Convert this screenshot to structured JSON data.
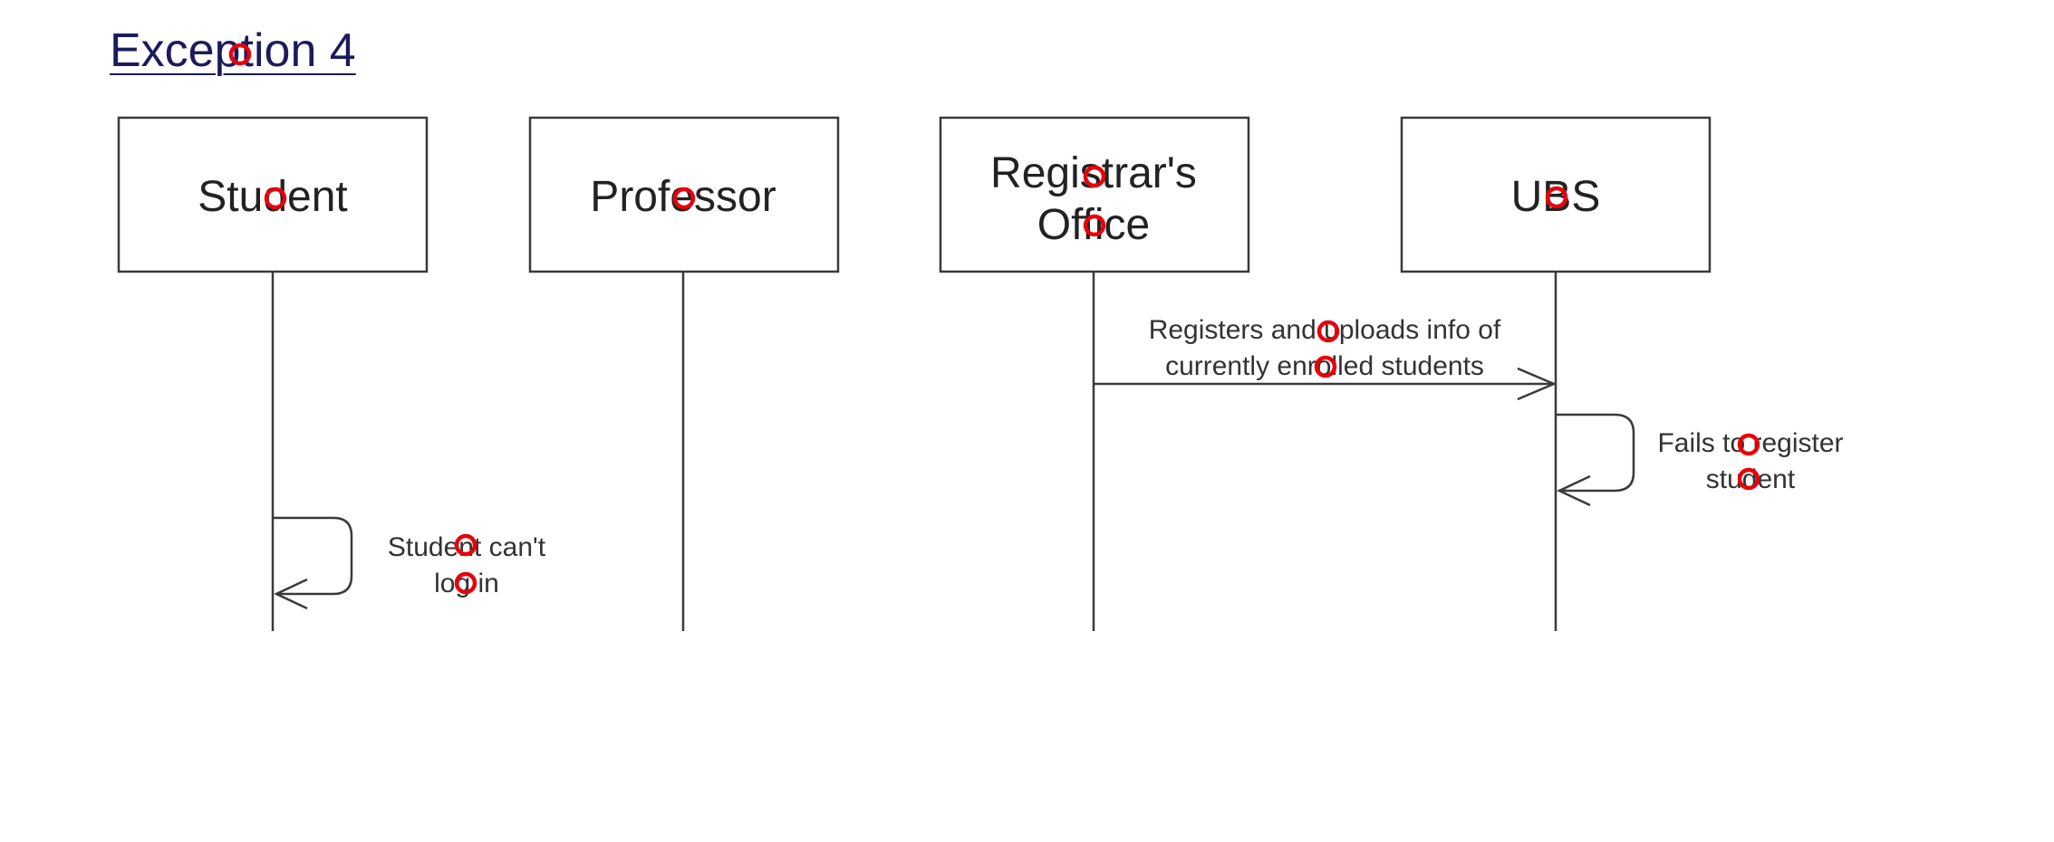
{
  "title": "Exception 4",
  "participants": {
    "student": "Student",
    "professor": "Professor",
    "registrar_line1": "Registrar's",
    "registrar_line2": "Office",
    "ubs": "UBS"
  },
  "messages": {
    "registers_line1": "Registers and uploads info of",
    "registers_line2": "currently enrolled students",
    "fails_line1": "Fails to register",
    "fails_line2": "student",
    "cant_login_line1": "Student can't",
    "cant_login_line2": "log in"
  },
  "colors": {
    "title": "#1b1b5c",
    "stroke": "#3a3a3a",
    "marker": "#e8000b"
  }
}
